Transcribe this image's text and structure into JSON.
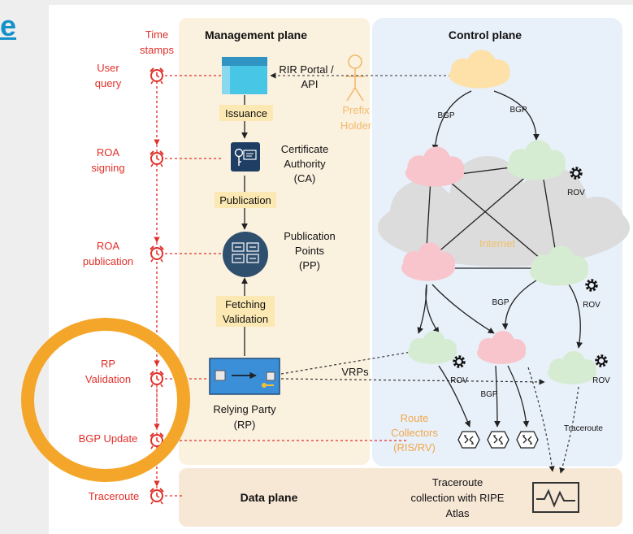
{
  "corner_fragment": "e",
  "timestamps": {
    "header": [
      "Time",
      "stamps"
    ],
    "rows": [
      [
        "User",
        "query"
      ],
      [
        "ROA",
        "signing"
      ],
      [
        "ROA",
        "publication"
      ],
      [
        "RP",
        "Validation"
      ],
      [
        "BGP Update"
      ],
      [
        "Traceroute"
      ]
    ]
  },
  "management": {
    "title": "Management plane",
    "rir_portal": [
      "RIR Portal /",
      "API"
    ],
    "prefix_holder": [
      "Prefix",
      "Holder"
    ],
    "issuance": "Issuance",
    "ca": [
      "Certificate",
      "Authority",
      "(CA)"
    ],
    "publication": "Publication",
    "pp": [
      "Publication",
      "Points",
      "(PP)"
    ],
    "fetching": [
      "Fetching",
      "Validation"
    ],
    "rp": [
      "Relying Party",
      "(RP)"
    ]
  },
  "control": {
    "title": "Control plane",
    "bgp": "BGP",
    "rov": "ROV",
    "internet": "Internet",
    "vrps": "VRPs",
    "route_collectors": [
      "Route",
      "Collectors",
      "(RIS/RV)"
    ],
    "traceroute": "Traceroute"
  },
  "data_plane": {
    "title": "Data plane",
    "atlas": [
      "Traceroute",
      "collection with RIPE",
      "Atlas"
    ]
  },
  "colors": {
    "management_bg": "#fbf1df",
    "control_bg": "#e8f0f9",
    "data_bg": "#f7e8d6",
    "red": "#e0302a",
    "orange": "#f4a62a",
    "label_bg": "#fbe8b2",
    "pink_cloud": "#f7c5cb",
    "green_cloud": "#d6ecd2",
    "orange_cloud": "#fde1a9",
    "internet": "#dcdcdc",
    "rp_blue": "#3b8fd9",
    "pp_navy": "#2f4f6f"
  }
}
